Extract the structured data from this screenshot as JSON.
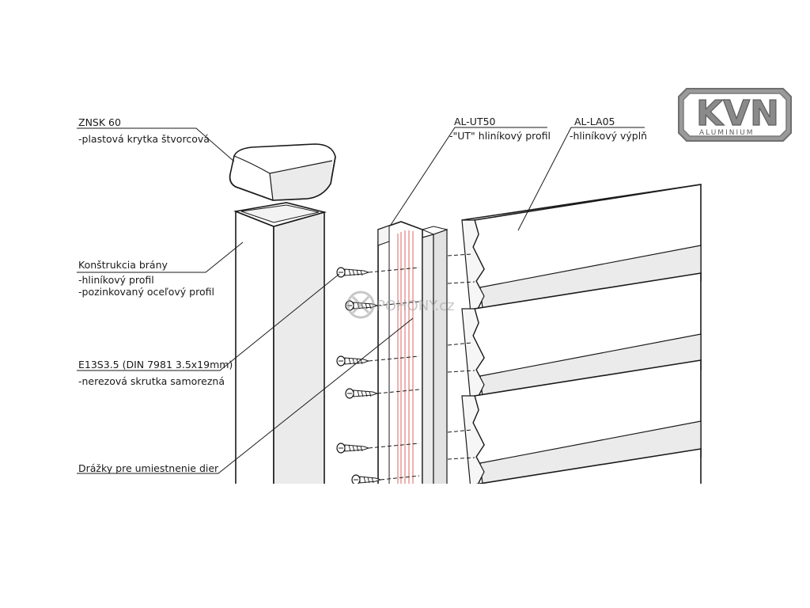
{
  "callouts": {
    "cap": {
      "code": "ZNSK 60",
      "desc": "-plastová krytka štvorcová"
    },
    "post": {
      "title": "Konštrukcia brány",
      "desc1": "-hliníkový profil",
      "desc2": "-pozinkovaný oceľový profil"
    },
    "screw": {
      "code": "E13S3.5 (DIN 7981 3.5x19mm)",
      "desc": "-nerezová skrutka samorezná"
    },
    "groove": {
      "title": "Drážky pre umiestnenie dier"
    },
    "ut_profile": {
      "code": "AL-UT50",
      "desc": "-\"UT\" hliníkový profil"
    },
    "slat": {
      "code": "AL-LA05",
      "desc": "-hliníkový výplň"
    }
  },
  "logo": {
    "text": "KVN",
    "subtext": "ALUMINIUM"
  },
  "watermark": {
    "text": "POHONY.cz"
  },
  "colors": {
    "line": "#1a1a1a",
    "shade": "#ebebeb",
    "groove_red": "#d9534f",
    "logo_grey": "#8a8a8a"
  }
}
